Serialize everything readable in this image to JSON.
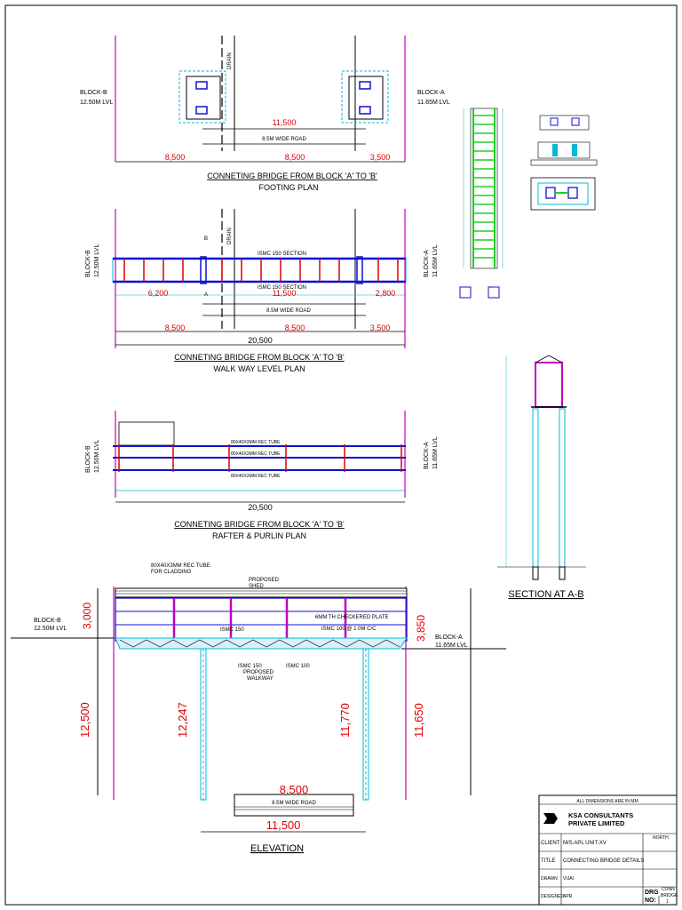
{
  "colors": {
    "red": "#e00000",
    "blue": "#1010d0",
    "cyan": "#00b8d8",
    "magenta": "#c000c0",
    "green": "#20d020",
    "black": "#000000"
  },
  "footing": {
    "block_b": "BLOCK-B",
    "block_b_lvl": "12.50M LVL",
    "block_a": "BLOCK-A",
    "block_a_lvl": "11.65M LVL",
    "drain": "DRAIN",
    "dim_span": "11,500",
    "road": "8.5M WIDE ROAD",
    "dim_left": "8,500",
    "dim_mid": "8,500",
    "dim_right": "3,500",
    "title1": "CONNETING BRIDGE FROM BLOCK 'A' TO 'B'",
    "title2": "FOOTING PLAN"
  },
  "walkway": {
    "block_b": "BLOCK-B",
    "block_b_lvl": "12.50M LVL",
    "block_a": "BLOCK-A",
    "block_a_lvl": "11.65M LVL",
    "drain": "DRAIN",
    "ismc_top": "ISMC 150 SECTION",
    "ismc_bot": "ISMC 150 SECTION",
    "dim_a": "6,200",
    "dim_b": "11,500",
    "dim_c": "2,800",
    "road": "8.5M WIDE ROAD",
    "dim_left": "8,500",
    "dim_mid": "8,500",
    "dim_right": "3,500",
    "dim_total": "20,500",
    "sec_b": "B",
    "sec_a": "A",
    "title1": "CONNETING BRIDGE FROM BLOCK 'A' TO 'B'",
    "title2": "WALK WAY LEVEL PLAN"
  },
  "rafter": {
    "block_b": "BLOCK-B",
    "block_b_lvl": "12.50M LVL",
    "block_a": "BLOCK-A",
    "block_a_lvl": "11.65M LVL",
    "tube1": "80X40X3MM REC TUBE",
    "tube2": "80X40X3MM REC TUBE",
    "tube3": "80X40X3MM REC TUBE",
    "dim_total": "20,500",
    "title1": "CONNETING BRIDGE FROM BLOCK 'A' TO 'B'",
    "title2": "RAFTER & PURLIN PLAN"
  },
  "section": {
    "title": "SECTION AT A-B"
  },
  "elevation": {
    "cladding1": "80X40X3MM REC TUBE",
    "cladding2": "FOR CLADDING",
    "shed1": "PROPOSED",
    "shed2": "SHED",
    "block_b": "BLOCK-B",
    "block_b_lvl": "12.50M LVL",
    "block_a": "BLOCK-A",
    "block_a_lvl": "11.65M LVL",
    "dim_3000": "3,000",
    "dim_3850": "3,850",
    "plate": "6MM TH CHECKERED PLATE",
    "ismc100_cc": "ISMC 100 @ 1.0M C/C",
    "ismc150": "ISMC 150",
    "ismc150b": "ISMC 150",
    "ismc100": "ISMC 100",
    "walk1": "PROPOSED",
    "walk2": "WALKWAY",
    "dim_12500": "12,500",
    "dim_12247": "12,247",
    "dim_11770": "11,770",
    "dim_11650": "11,650",
    "dim_8500": "8,500",
    "road": "8.5M WIDE ROAD",
    "dim_11500": "11,500",
    "title": "ELEVATION"
  },
  "titleblock": {
    "note": "ALL DIMENSIONS ARE IN MM",
    "company1": "KSA CONSULTANTS",
    "company2": "PRIVATE  LIMITED",
    "client_label": "CLIENT",
    "client": "M/S.APL UNIT-XV",
    "north": "NORTH",
    "title_label": "TITLE",
    "title": "CONNECTING BRIDGE DETAILS",
    "drawn_label": "DRAWN",
    "drawn": "VIJAI",
    "designed_label": "DESIGNED",
    "designed": "APR",
    "drg_label": "DRG",
    "no_label": "NO:",
    "drg_no1": "CONN",
    "drg_no2": "BRIDGE",
    "drg_no3": "1"
  }
}
